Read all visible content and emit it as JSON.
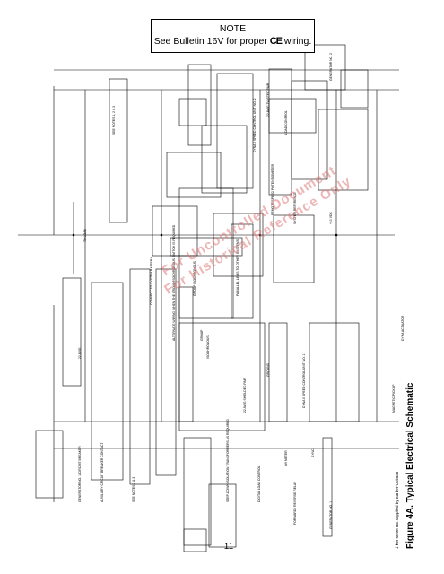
{
  "note": {
    "title": "NOTE",
    "line_prefix": "See Bulletin 16V for proper",
    "ce_mark": "CE",
    "line_suffix": "wiring."
  },
  "figure_caption": "Figure 4A. Typical Electrical Schematic",
  "footnote": "‡ kW Meter not supplied by Barber-Colman",
  "page_number": "11",
  "watermark": {
    "line1": "For Uncontrolled Document",
    "line2": "For Historical Reference Only"
  },
  "labels": {
    "to_load": "TO LOAD",
    "awg_22": "22 AWG",
    "connect_to_battery": "CONNECT TO SYSTEM BATTERY",
    "alt_wiring": "ALTERNATE WIRING WHEN THE GROUP/ISOCHRONOUS SWITCH IS REQUIRED",
    "group_isochronous": "GROUP ISOCHRONOUS",
    "group": "GROUP",
    "isochronous": "ISOCHRONOUS",
    "parallel_lines": "PARALLEL LINES TO OTHER SYSTEMS",
    "shielded_pair": "22 AWG SHIELDED PAIR",
    "twisted_pair": "22 AWG TWISTED PAIR",
    "remote_speed_pot": "REMOTE SPEED POTENTIOMETER",
    "system_reference": "SYSTEM REFERENCE",
    "dyna_control_1": "DYNA II SPEED CONTROL UNIT NO. 1",
    "dyna_control_2": "DYNA II SPEED CONTROL UNIT NO. 2",
    "generator_1": "GENERATOR NO. 1",
    "generator_2": "GENERATOR NO. 2",
    "aux_breaker": "AUXILIARY CIRCUIT BREAKER CONTACT",
    "gen_breaker": "GENERATOR NO. 1 CIRCUIT BREAKER",
    "step_down": "STEP-DOWN ISOLATION TRANSFORMERS AS REQUIRED",
    "digital_load_control": "DIGITAL LOAD CONTROL",
    "load_control": "LOAD CONTROL",
    "kw_meter": "kW METER",
    "forward_reverse_relay": "FORWARD / REVERSE RELAY",
    "magnetic_pickup": "MAGNETIC PICKUP",
    "dyna_actuator": "DYNA ACTUATOR",
    "see_notes": "SEE NOTES 2 & 3",
    "notes_123": "SEE NOTES 1, 2 & 3",
    "voltage": "+10 VDC",
    "sync": "SYNC",
    "ground": "GROUND"
  }
}
